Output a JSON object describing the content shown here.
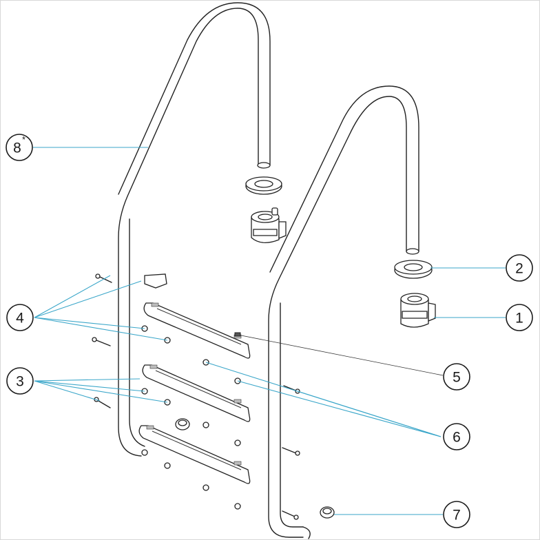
{
  "callouts": [
    {
      "id": "1",
      "label": "1",
      "sup": ""
    },
    {
      "id": "2",
      "label": "2",
      "sup": ""
    },
    {
      "id": "3",
      "label": "3",
      "sup": ""
    },
    {
      "id": "4",
      "label": "4",
      "sup": ""
    },
    {
      "id": "5",
      "label": "5",
      "sup": ""
    },
    {
      "id": "6",
      "label": "6",
      "sup": ""
    },
    {
      "id": "7",
      "label": "7",
      "sup": ""
    },
    {
      "id": "8",
      "label": "8",
      "sup": "*"
    }
  ],
  "colors": {
    "leader": "#3aa6c9",
    "line": "#222222",
    "background": "#ffffff"
  }
}
